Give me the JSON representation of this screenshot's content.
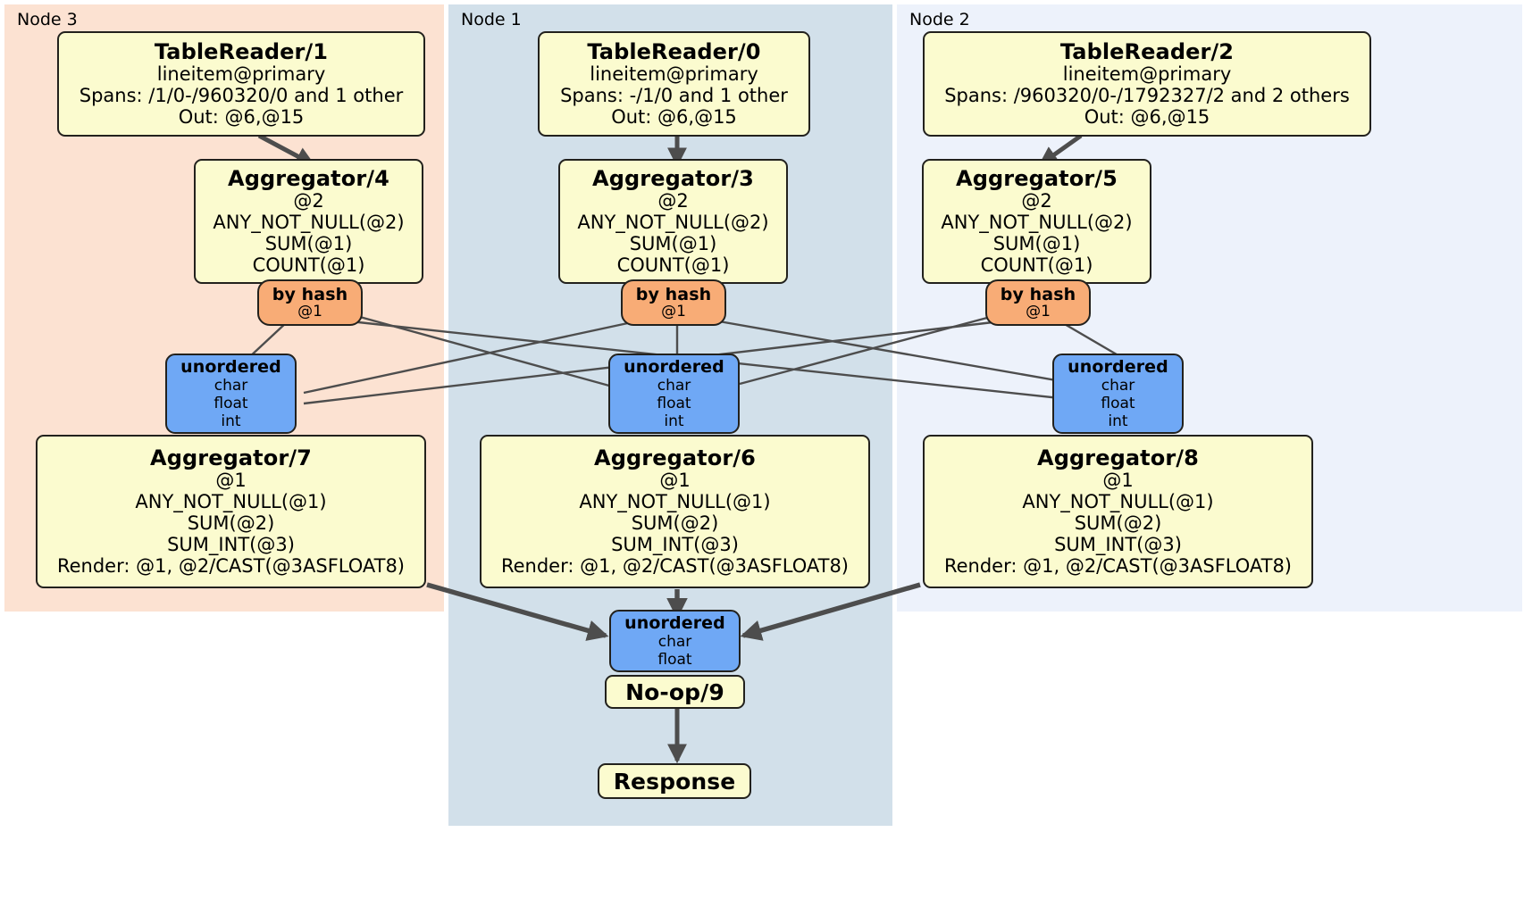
{
  "diagram": {
    "type": "distributed-query-plan",
    "title": "",
    "colors": {
      "node3_bg": "#fce2d2",
      "node1_bg": "#d2e0ea",
      "node2_bg": "#edf2fb",
      "processor_fill": "#fbfbcf",
      "router_fill": "#f8ac76",
      "sync_fill": "#6fa8f5",
      "stroke": "#22211d",
      "edge": "#4d4d4d"
    }
  },
  "clusters": [
    {
      "id": "node3",
      "label": "Node 3"
    },
    {
      "id": "node1",
      "label": "Node 1"
    },
    {
      "id": "node2",
      "label": "Node 2"
    }
  ],
  "nodes": {
    "tablereader1": {
      "title": "TableReader/1",
      "lines": [
        "lineitem@primary",
        "Spans: /1/0-/960320/0 and 1 other",
        "Out: @6,@15"
      ]
    },
    "tablereader0": {
      "title": "TableReader/0",
      "lines": [
        "lineitem@primary",
        "Spans: -/1/0 and 1 other",
        "Out: @6,@15"
      ]
    },
    "tablereader2": {
      "title": "TableReader/2",
      "lines": [
        "lineitem@primary",
        "Spans: /960320/0-/1792327/2 and 2 others",
        "Out: @6,@15"
      ]
    },
    "aggregator4": {
      "title": "Aggregator/4",
      "lines": [
        "@2",
        "ANY_NOT_NULL(@2)",
        "SUM(@1)",
        "COUNT(@1)"
      ]
    },
    "aggregator3": {
      "title": "Aggregator/3",
      "lines": [
        "@2",
        "ANY_NOT_NULL(@2)",
        "SUM(@1)",
        "COUNT(@1)"
      ]
    },
    "aggregator5": {
      "title": "Aggregator/5",
      "lines": [
        "@2",
        "ANY_NOT_NULL(@2)",
        "SUM(@1)",
        "COUNT(@1)"
      ]
    },
    "byhash_left": {
      "title": "by hash",
      "lines": [
        "@1"
      ]
    },
    "byhash_center": {
      "title": "by hash",
      "lines": [
        "@1"
      ]
    },
    "byhash_right": {
      "title": "by hash",
      "lines": [
        "@1"
      ]
    },
    "unordered_left": {
      "title": "unordered",
      "lines": [
        "char",
        "float",
        "int"
      ]
    },
    "unordered_center": {
      "title": "unordered",
      "lines": [
        "char",
        "float",
        "int"
      ]
    },
    "unordered_right": {
      "title": "unordered",
      "lines": [
        "char",
        "float",
        "int"
      ]
    },
    "aggregator7": {
      "title": "Aggregator/7",
      "lines": [
        "@1",
        "ANY_NOT_NULL(@1)",
        "SUM(@2)",
        "SUM_INT(@3)",
        "Render: @1, @2/CAST(@3ASFLOAT8)"
      ]
    },
    "aggregator6": {
      "title": "Aggregator/6",
      "lines": [
        "@1",
        "ANY_NOT_NULL(@1)",
        "SUM(@2)",
        "SUM_INT(@3)",
        "Render: @1, @2/CAST(@3ASFLOAT8)"
      ]
    },
    "aggregator8": {
      "title": "Aggregator/8",
      "lines": [
        "@1",
        "ANY_NOT_NULL(@1)",
        "SUM(@2)",
        "SUM_INT(@3)",
        "Render: @1, @2/CAST(@3ASFLOAT8)"
      ]
    },
    "unordered_final": {
      "title": "unordered",
      "lines": [
        "char",
        "float"
      ]
    },
    "noop9": {
      "title": "No-op/9",
      "lines": []
    },
    "response": {
      "title": "Response",
      "lines": []
    }
  }
}
